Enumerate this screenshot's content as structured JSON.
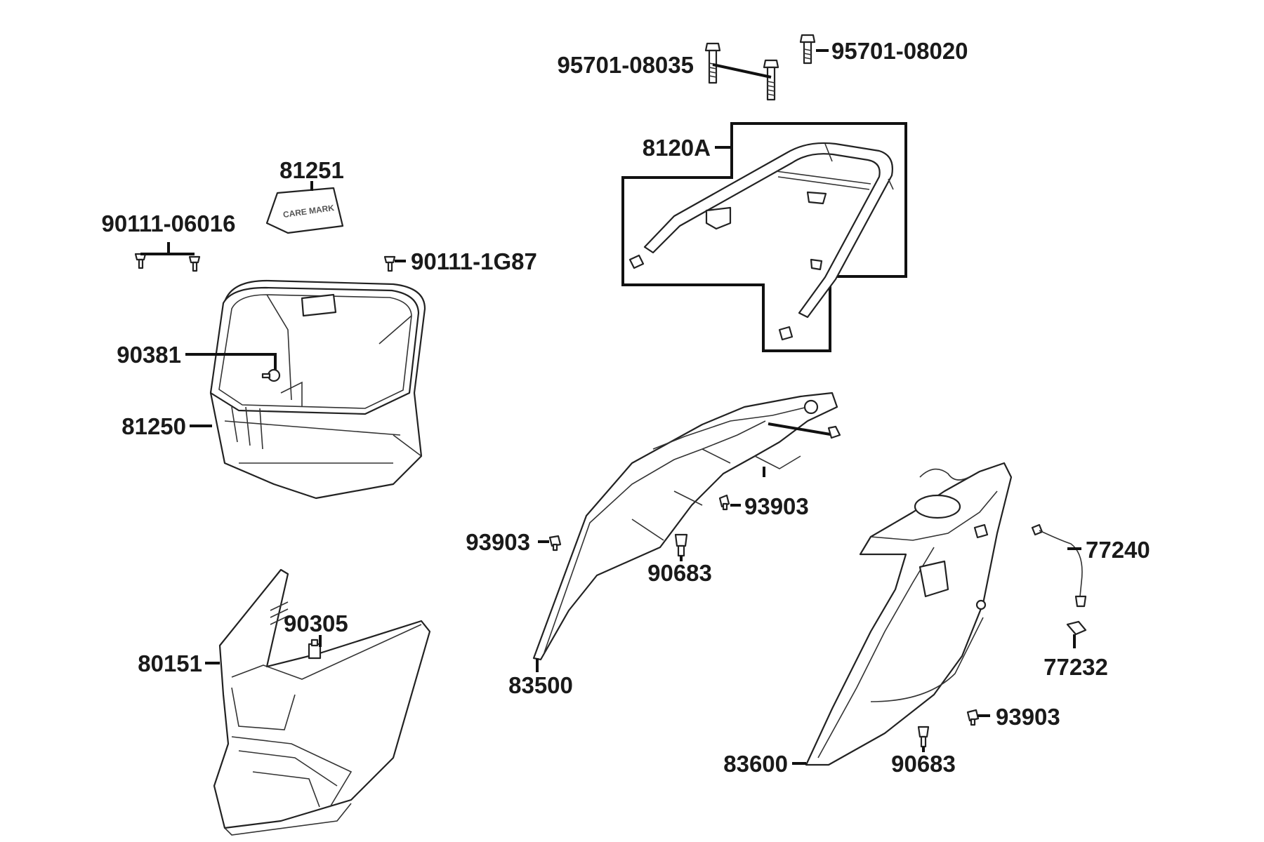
{
  "labels": {
    "bolt_long": "95701-08035",
    "bolt_short": "95701-08020",
    "carrier": "8120A",
    "lid": "81251",
    "screw_pair": "90111-06016",
    "screw_single": "90111-1G87",
    "clip_box": "90381",
    "helmet_box": "81250",
    "nut_front": "90305",
    "front_cover": "80151",
    "screw_left": "93903",
    "screw_center": "93903",
    "grommet_center": "90683",
    "left_cover": "83500",
    "right_cover": "83600",
    "cable": "77240",
    "clamp": "77232",
    "screw_right": "93903",
    "grommet_right": "90683"
  },
  "lid_text": "CARE MARK"
}
